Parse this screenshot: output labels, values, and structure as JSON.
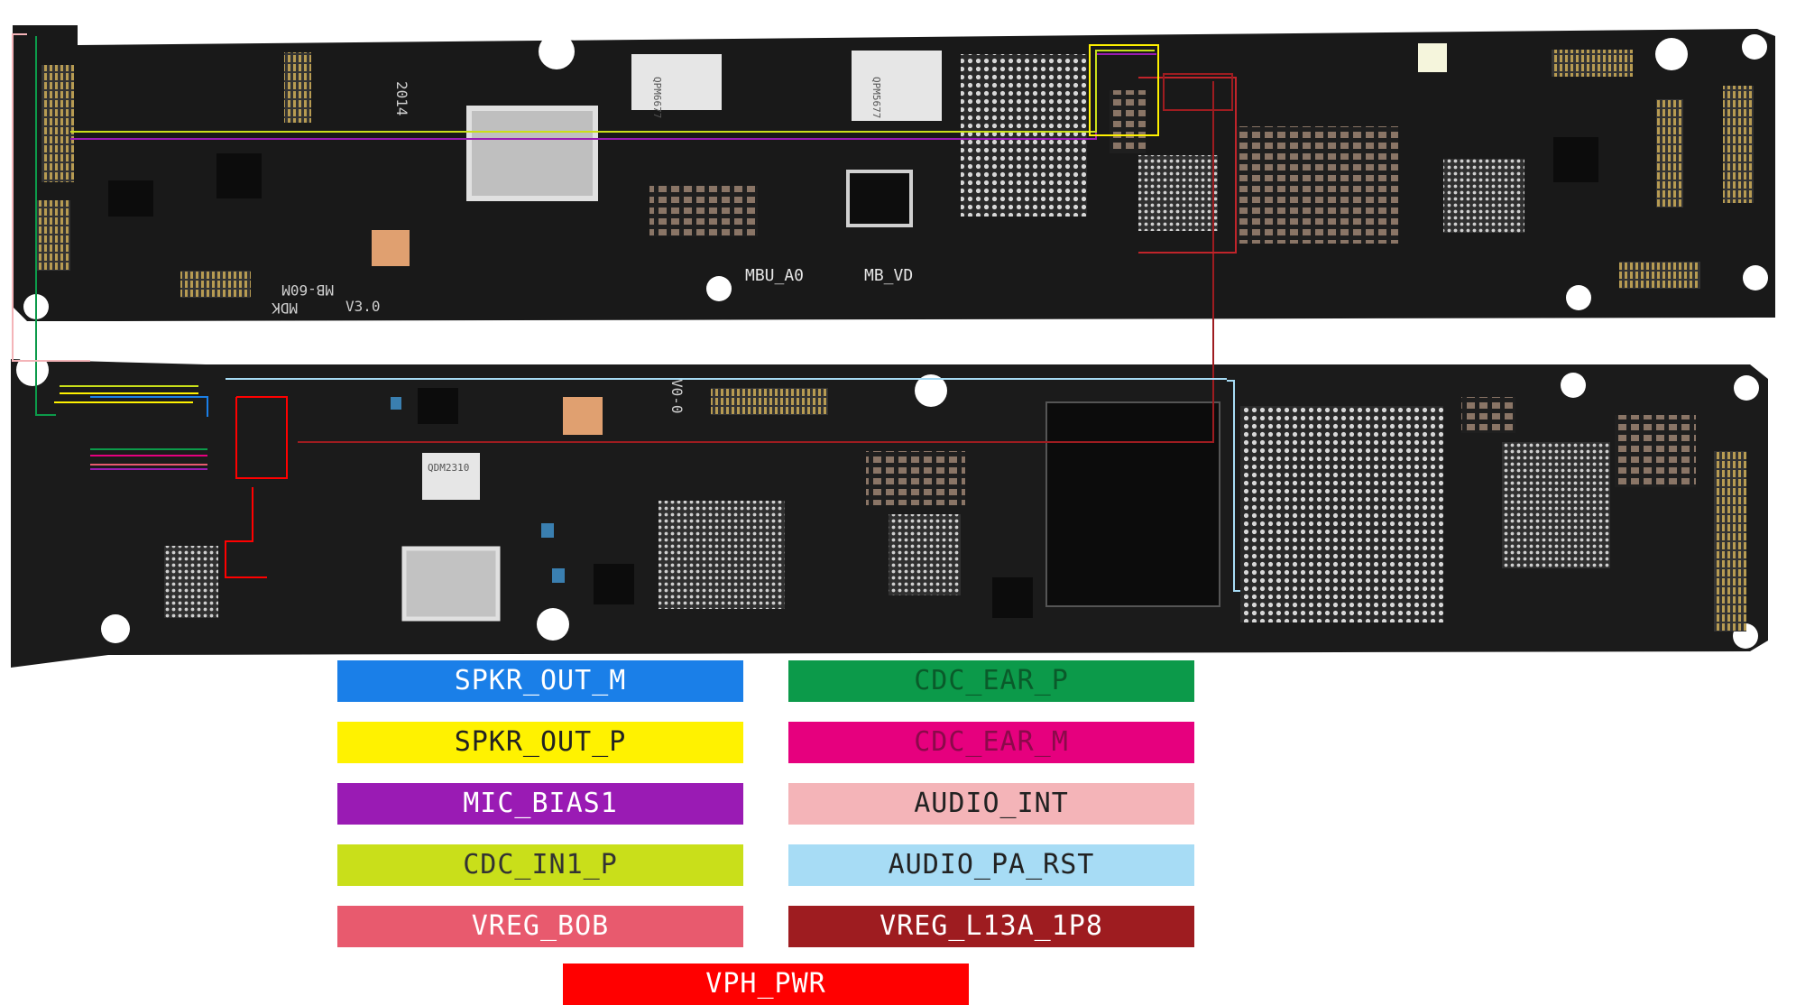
{
  "silkscreen": {
    "year": "2014",
    "mdk": "MDK",
    "mb_code": "MB-60M",
    "version": "V3.0",
    "mbu": "MBU_A0",
    "mb_vd": "MB_VD",
    "lower_version": "V0-0"
  },
  "chip_markings": {
    "chip_a": "QPM6677",
    "chip_b": "QPM5677",
    "chip_c": "QDM2310"
  },
  "legend": [
    {
      "label": "SPKR_OUT_M",
      "color": "#1a7fe8",
      "text_color": "#ffffff"
    },
    {
      "label": "CDC_EAR_P",
      "color": "#0c9a4a",
      "text_color": "#0a5a2a"
    },
    {
      "label": "SPKR_OUT_P",
      "color": "#fff200",
      "text_color": "#222222"
    },
    {
      "label": "CDC_EAR_M",
      "color": "#e6007e",
      "text_color": "#8a0a4a"
    },
    {
      "label": "MIC_BIAS1",
      "color": "#9a1bb4",
      "text_color": "#ffffff"
    },
    {
      "label": "AUDIO_INT",
      "color": "#f4b4b8",
      "text_color": "#222222"
    },
    {
      "label": "CDC_IN1_P",
      "color": "#c9df1a",
      "text_color": "#333333"
    },
    {
      "label": "AUDIO_PA_RST",
      "color": "#a7dcf5",
      "text_color": "#222222"
    },
    {
      "label": "VREG_BOB",
      "color": "#e85a6e",
      "text_color": "#ffffff"
    },
    {
      "label": "VREG_L13A_1P8",
      "color": "#9e1c20",
      "text_color": "#ffffff"
    },
    {
      "label": "VPH_PWR",
      "color": "#ff0000",
      "text_color": "#ffffff"
    }
  ]
}
